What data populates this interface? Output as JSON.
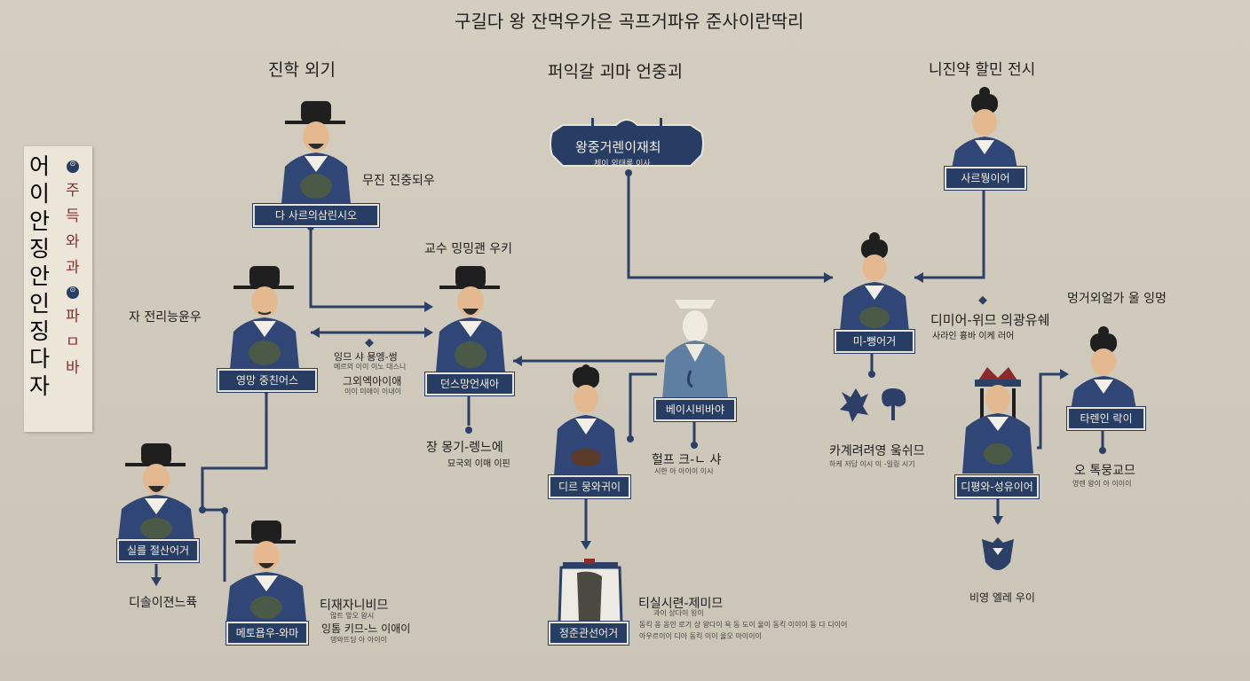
{
  "title": "구길다 왕 잔먹우가은 곡프거파유 준사이란딱리",
  "headers": {
    "left": "진학 외기",
    "center": "퍼익갈 괴마 언중괴",
    "right": "니진약 할민 전시"
  },
  "scroll": {
    "main_text": [
      "어",
      "이",
      "안",
      "징",
      "안",
      "인",
      "징",
      "다",
      "자"
    ],
    "side_text": [
      "⊙",
      "주",
      "득",
      "와",
      "과",
      "⊙",
      "파",
      "ㅁ",
      "바"
    ]
  },
  "top_plaque": {
    "title": "왕중거렌이재최",
    "subtitle": "체이 외태롱 이사"
  },
  "nodes": {
    "n1": {
      "plate": "다 사르의삼린시오",
      "caption": "무진 진중되우"
    },
    "n2": {
      "plate": "영망 중친어스",
      "caption": "자 전리능윤우"
    },
    "n3": {
      "plate": "던스망언새아",
      "caption": "교수 밍밍괜 우키",
      "below": "장 몽기-렝느에",
      "below_small": "묘국외 이매 이핀"
    },
    "n4": {
      "plate": "실를 절산어거",
      "below": "디솔이젼느퓩"
    },
    "n5": {
      "plate": "메토욥우-와마",
      "caption": "티재자니비므",
      "caption_small1": "많트 앞오 왕시",
      "caption_sub": "잉톰 키므-느 이애이",
      "caption_small2": "뎅와뜨딩 아 아이이"
    },
    "n6": {
      "plate": "디르 뭉와귀이",
      "caption": "헐프 크-ㄴ 샤",
      "caption_small": "시한 아 아이이 이시"
    },
    "n7": {
      "plate": "베이시비바야"
    },
    "n8": {
      "plate": "정준관선어거",
      "caption": "티실시련-제미므",
      "caption_small1": "과이 상다이 욍이",
      "caption_small2": "동킥 옹 옹인 로기 상 왕다이 욕 동 도이 울이 동킥 이이이 동 다 디이어",
      "caption_small3": "아우르이이 디아 동킥 이이 울오 아이이이"
    },
    "n9": {
      "plate": "사르뭥이어"
    },
    "n10": {
      "plate": "미-뻥어거",
      "caption": "디미어-위므 의광유쉐",
      "caption_small": "사라인 흉바 이케 러어"
    },
    "n11": {
      "caption": "카계려려영 웈쉬므",
      "caption_small": "하케 저답 이시 이 -일링 시기"
    },
    "n12": {
      "plate": "디평와-성유이어",
      "below": "비영 엘레 우이"
    },
    "n13": {
      "plate": "타렌인 락이",
      "caption": "멍거외얼가 울 잉멍",
      "below": "오 톡뭉교므",
      "below_small": "영렌 왕이 아 이이이"
    },
    "mid_left_note": {
      "line1": "잉므 샤 묭엥-썽",
      "line1_small": "메르의 이이 이노 대스니",
      "line2": "그외엑아이애",
      "line2_small": "이이 미애이 이내이"
    }
  },
  "colors": {
    "background": "#cfc9bb",
    "navy": "#273d63",
    "plate_text": "#f3efe4",
    "accent_red": "#8b2a2a"
  }
}
